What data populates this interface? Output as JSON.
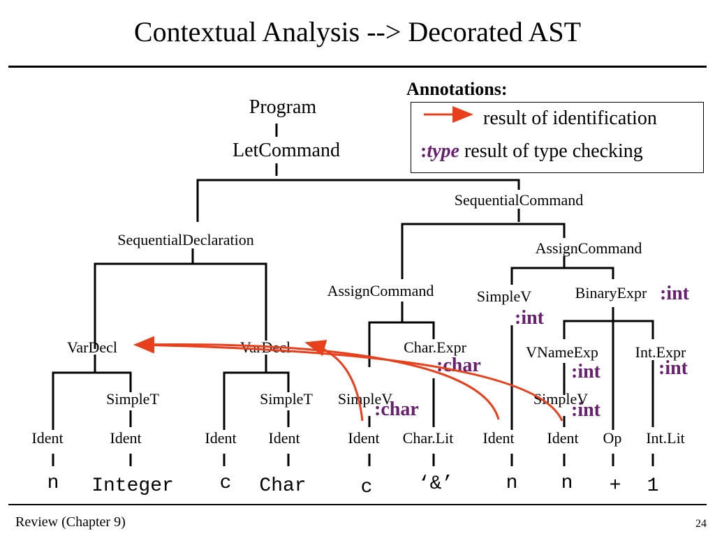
{
  "slide": {
    "title": "Contextual Analysis --> Decorated AST",
    "footer_left": "Review (Chapter 9)",
    "page_number": "24"
  },
  "legend": {
    "heading": "Annotations:",
    "arrow_label": "result of identification",
    "type_colon": ":",
    "type_word": "type",
    "type_label": " result of type checking"
  },
  "nodes": {
    "program": "Program",
    "let_command": "LetCommand",
    "sequential_command": "SequentialCommand",
    "sequential_declaration": "SequentialDeclaration",
    "assign_command_right": "AssignCommand",
    "assign_command_left": "AssignCommand",
    "simplev_target_right": "SimpleV",
    "binary_expr": "BinaryExpr",
    "vardecl_1": "VarDecl",
    "vardecl_2": "VarDecl",
    "char_expr": "Char.Expr",
    "vname_exp": "VNameExp",
    "int_expr": "Int.Expr",
    "simplet_1": "SimpleT",
    "simplet_2": "SimpleT",
    "simplev_left": "SimpleV",
    "simplev_operand": "SimpleV",
    "ident_1": "Ident",
    "ident_2": "Ident",
    "ident_3": "Ident",
    "ident_4": "Ident",
    "ident_5": "Ident",
    "char_lit": "Char.Lit",
    "ident_6": "Ident",
    "ident_7": "Ident",
    "op": "Op",
    "int_lit": "Int.Lit"
  },
  "leaves": {
    "n1": "n",
    "integer": "Integer",
    "c1": "c",
    "char": "Char",
    "c2": "c",
    "amp": "‘&’",
    "n2": "n",
    "n3": "n",
    "plus": "+",
    "one": "1"
  },
  "annotations": {
    "binary_expr_type": ":int",
    "simplev_target_type": ":int",
    "char_expr_type": ":char",
    "vname_exp_type": ":int",
    "int_expr_type": ":int",
    "simplev_left_type": ":char",
    "simplev_operand_type": ":int"
  },
  "colors": {
    "arrow": "#e8401c",
    "annotation": "#66206e"
  }
}
